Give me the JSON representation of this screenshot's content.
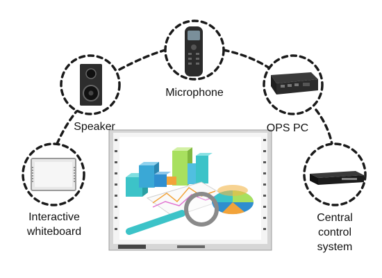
{
  "nodes": {
    "microphone": {
      "label": "Microphone",
      "icon": "microphone-icon"
    },
    "speaker": {
      "label": "Speaker",
      "icon": "speaker-icon"
    },
    "ops_pc": {
      "label": "OPS PC",
      "icon": "ops-pc-icon"
    },
    "interactive_whiteboard": {
      "label_line1": "Interactive",
      "label_line2": "whiteboard",
      "icon": "whiteboard-icon"
    },
    "central_control_system": {
      "label_line1": "Central",
      "label_line2": "control",
      "label_line3": "system",
      "icon": "control-box-icon"
    }
  },
  "center": {
    "icon": "interactive-display-board-icon"
  },
  "colors": {
    "circle_stroke": "#1a1a1a",
    "board_frame": "#d9d9d9",
    "chart_teal": "#3cc3c8",
    "chart_green": "#a8e05f",
    "chart_orange": "#f2a33a"
  }
}
